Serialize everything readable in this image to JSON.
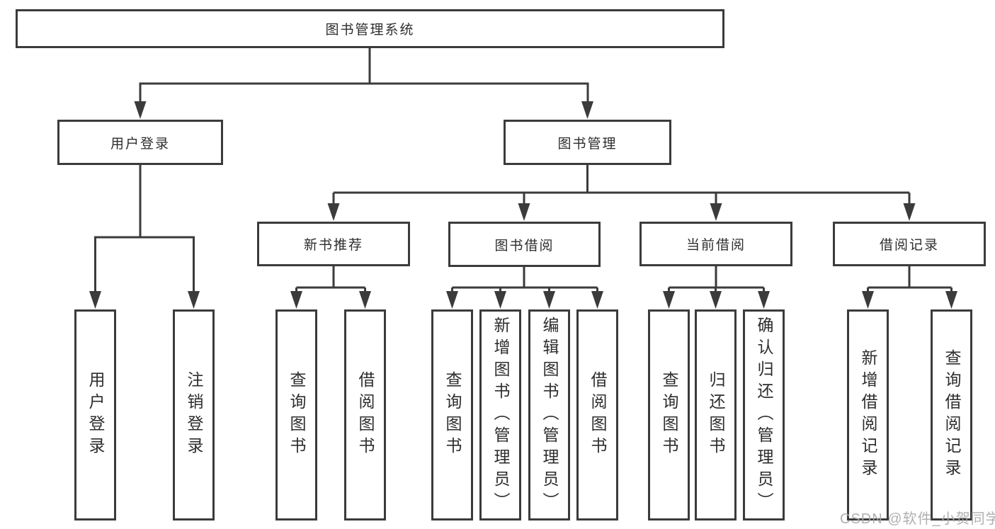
{
  "diagram": {
    "root": {
      "label": "图书管理系统"
    },
    "branches": [
      {
        "label": "用户登录",
        "children": [
          {
            "label": "用户登录"
          },
          {
            "label": "注销登录"
          }
        ]
      },
      {
        "label": "图书管理",
        "children": [
          {
            "label": "新书推荐",
            "children": [
              {
                "label": "查询图书"
              },
              {
                "label": "借阅图书"
              }
            ]
          },
          {
            "label": "图书借阅",
            "children": [
              {
                "label": "查询图书"
              },
              {
                "label": "新增图书（管理员）"
              },
              {
                "label": "编辑图书（管理员）"
              },
              {
                "label": "借阅图书"
              }
            ]
          },
          {
            "label": "当前借阅",
            "children": [
              {
                "label": "查询图书"
              },
              {
                "label": "归还图书"
              },
              {
                "label": "确认归还（管理员）"
              }
            ]
          },
          {
            "label": "借阅记录",
            "children": [
              {
                "label": "新增借阅记录"
              },
              {
                "label": "查询借阅记录"
              }
            ]
          }
        ]
      }
    ]
  },
  "watermark": "CSDN @软件_小贺同学",
  "colors": {
    "line": "#3b3b3b",
    "text": "#2d2d2d",
    "box_background": "#ffffff",
    "watermark": "#a8a8a8",
    "page_background": "#ffffff"
  }
}
